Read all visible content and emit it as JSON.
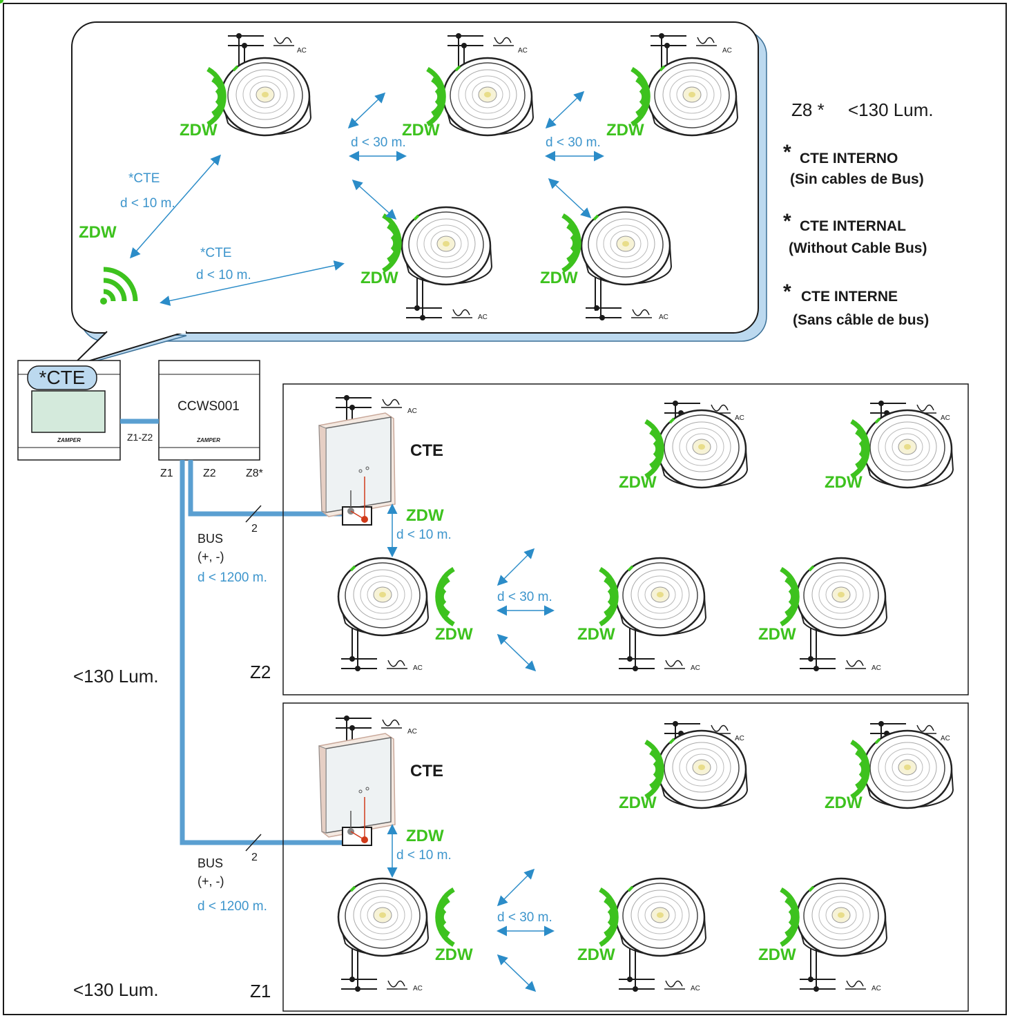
{
  "colors": {
    "bus": "#5a9fd1",
    "wifi": "#3dc21e",
    "link": "#2b8cc8",
    "bubble_shadow": "#bcd9ef",
    "screen": "#d4eadc"
  },
  "icons": {
    "wireless": "wifi-arcs-icon",
    "power": "ac-power-icon",
    "luminaire": "downlight-icon"
  },
  "labels": {
    "zdw": "ZDW",
    "cte": "CTE",
    "cte_star": "*CTE",
    "ac": "AC",
    "d30": "d < 30 m.",
    "d10": "d < 10 m.",
    "d1200": "d < 1200 m.",
    "bus": "BUS",
    "bus_pol": "(+, -)",
    "bus_wires": "2",
    "lum": "<130 Lum."
  },
  "controller": {
    "badge": "*CTE",
    "brand": "ZAMPER"
  },
  "ccws": {
    "model": "CCWS001",
    "brand": "ZAMPER",
    "port_z1z2": "Z1-Z2",
    "out_z1": "Z1",
    "out_z2": "Z2",
    "out_z8": "Z8*"
  },
  "legend": {
    "z8_title": "Z8 *",
    "z8_lum": "<130 Lum.",
    "star": "*",
    "lines": [
      {
        "title": "CTE INTERNO",
        "sub": "(Sin cables de Bus)"
      },
      {
        "title": "CTE INTERNAL",
        "sub": "(Without Cable Bus)"
      },
      {
        "title": "CTE INTERNE",
        "sub": "(Sans câble de bus)"
      }
    ]
  },
  "zones": {
    "z2": {
      "name": "Z2",
      "lum": "<130 Lum."
    },
    "z1": {
      "name": "Z1",
      "lum": "<130 Lum."
    }
  }
}
